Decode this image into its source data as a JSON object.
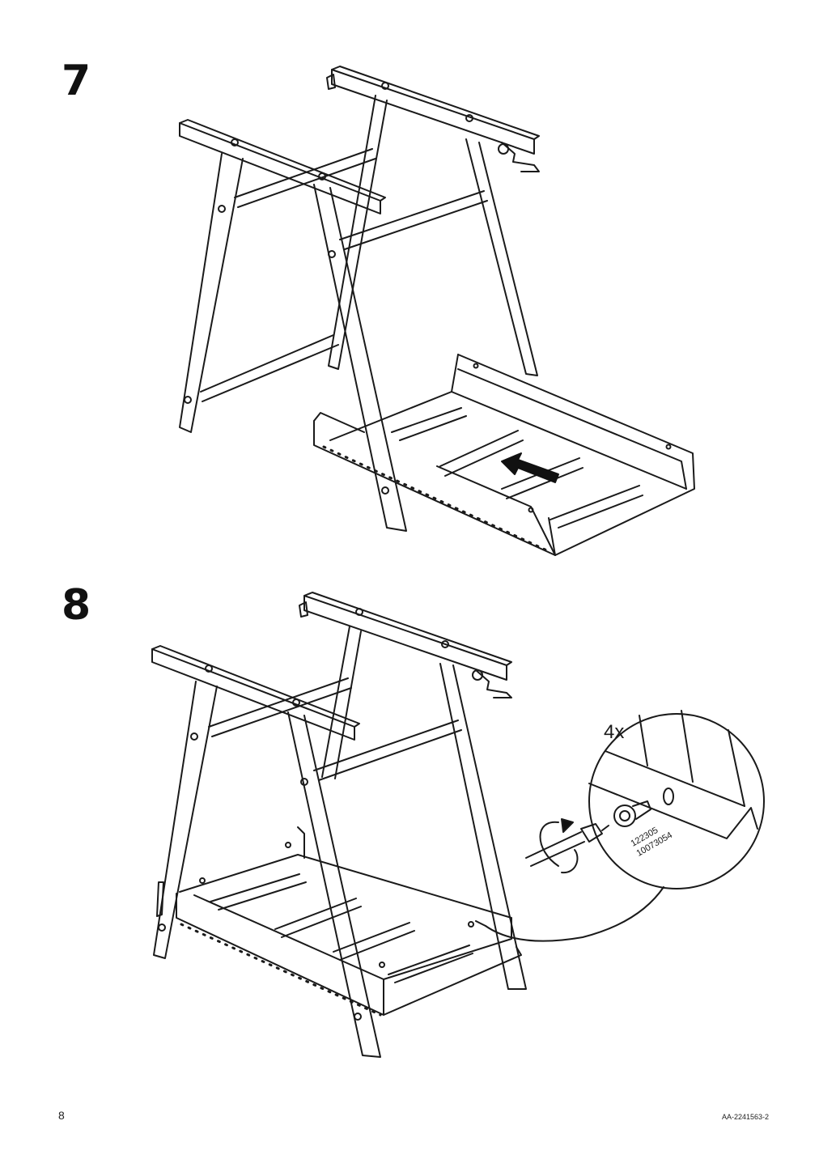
{
  "steps": [
    {
      "number": "7",
      "action": "slide-in-tray",
      "arrow": "push-arrow"
    },
    {
      "number": "8",
      "action": "fasten-screws",
      "icon": "screwdriver-icon"
    }
  ],
  "detail": {
    "quantity": "4x",
    "part_numbers": [
      "122305",
      "10073054"
    ]
  },
  "footer": {
    "page_number": "8",
    "document_code": "AA-2241563-2"
  },
  "colors": {
    "line": "#1a1a1a",
    "background": "#ffffff"
  }
}
